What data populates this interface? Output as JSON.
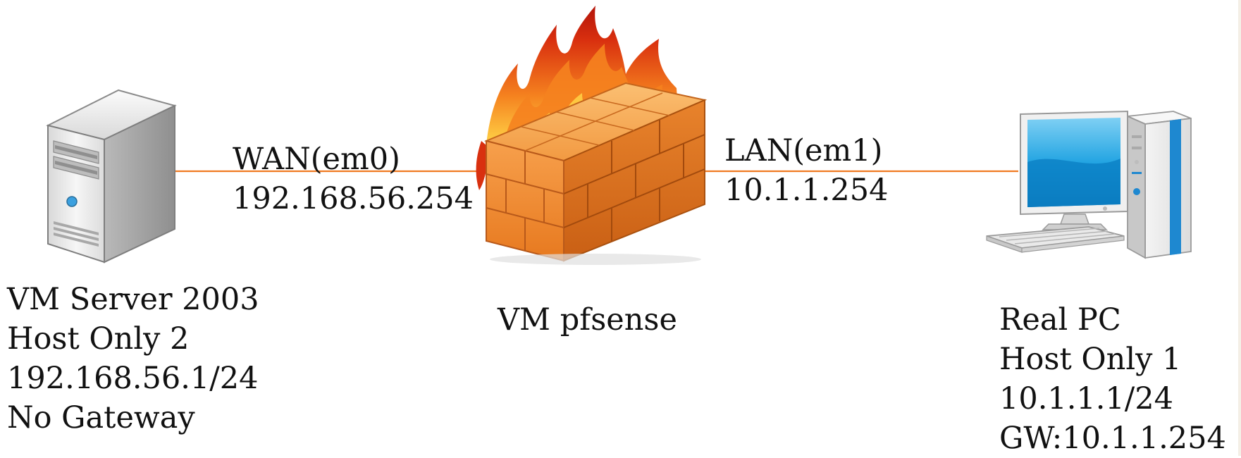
{
  "colors": {
    "link": "#f07a22",
    "text": "#111111",
    "brick": "#f08f3a",
    "brick_dark": "#c95f14",
    "flame_red": "#c81d0e",
    "flame_orange": "#f5821f",
    "flame_yellow": "#ffd447",
    "server_body": "#e6e6e6",
    "monitor_screen": "#1aa0e0"
  },
  "icons": {
    "server": "server-icon",
    "firewall": "firewall-icon",
    "pc": "desktop-pc-icon"
  },
  "wan": {
    "name": "WAN(em0)",
    "ip": "192.168.56.254"
  },
  "lan": {
    "name": "LAN(em1)",
    "ip": "10.1.1.254"
  },
  "server": {
    "lines": [
      "VM Server 2003",
      "Host Only 2",
      "192.168.56.1/24",
      "No Gateway"
    ]
  },
  "firewall": {
    "label": "VM pfsense"
  },
  "pc": {
    "lines": [
      "Real PC",
      "Host Only 1",
      "10.1.1.1/24",
      "GW:10.1.1.254"
    ]
  }
}
